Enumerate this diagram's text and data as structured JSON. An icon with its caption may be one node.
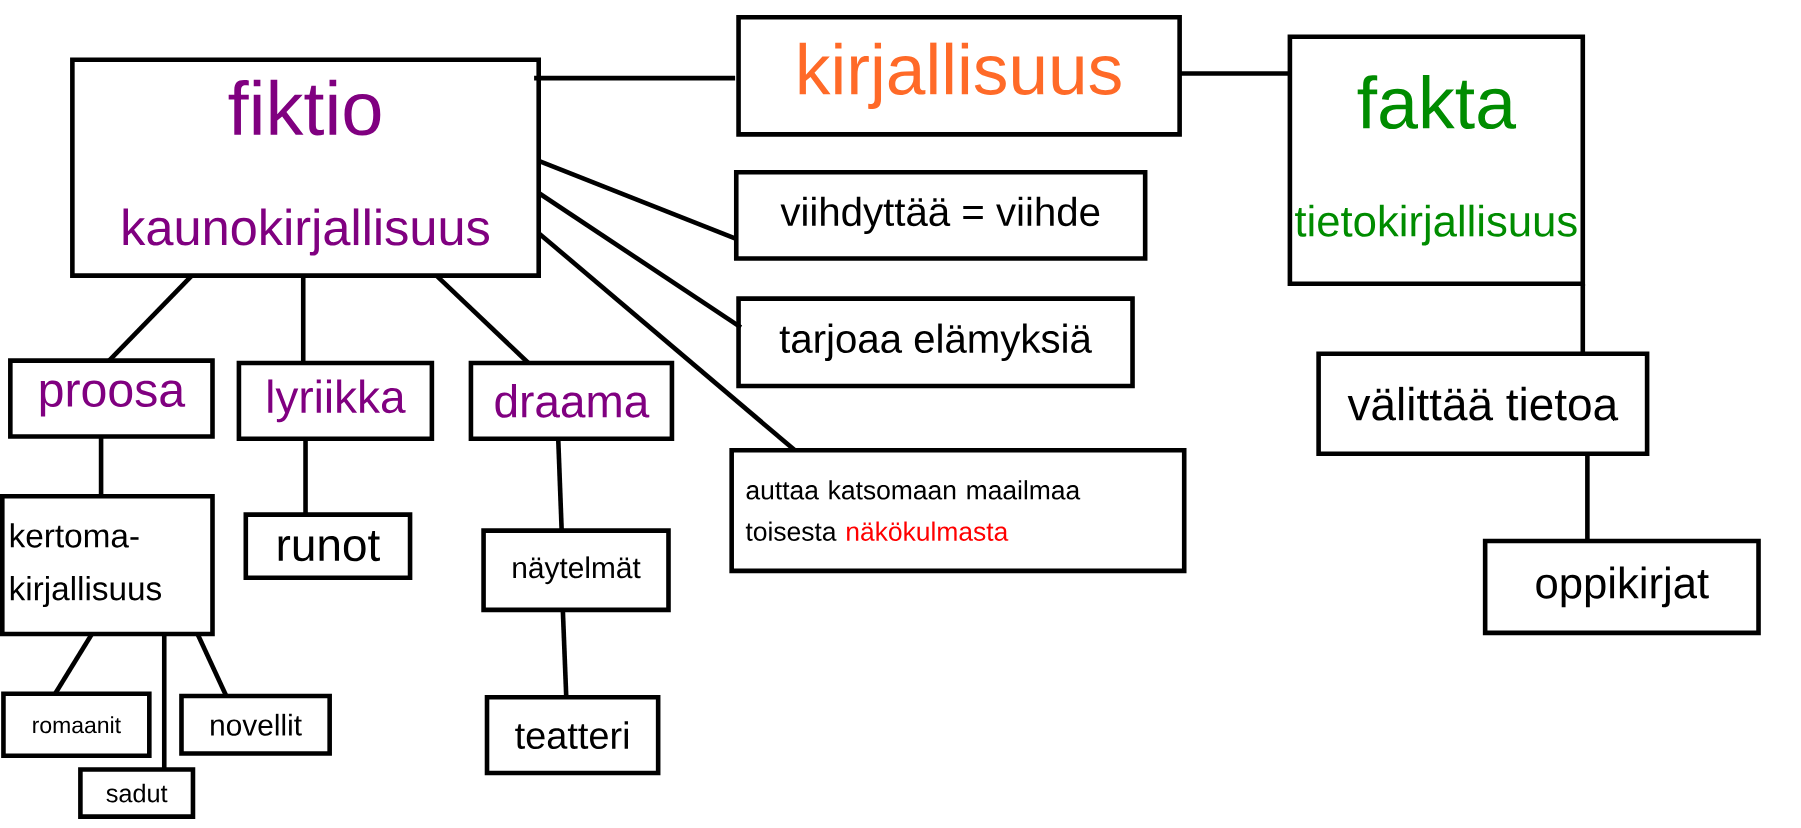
{
  "diagram": {
    "nodes": [
      {
        "text": [
          "kirjallisuus"
        ]
      },
      {
        "text": [
          "fiktio",
          "kaunokirjallisuus"
        ]
      },
      {
        "text": [
          "fakta",
          "tietokirjallisuus"
        ]
      },
      {
        "text": [
          "viihdyttää = viihde"
        ]
      },
      {
        "text": [
          "tarjoaa elämyksiä"
        ]
      },
      {
        "text": [
          "auttaa katsomaan maailmaa toisesta",
          "näkökulmasta"
        ]
      },
      {
        "text": [
          "proosa"
        ]
      },
      {
        "text": [
          "lyriikka"
        ]
      },
      {
        "text": [
          "draama"
        ]
      },
      {
        "text": [
          "kertoma- kirjallisuus"
        ]
      },
      {
        "text": [
          "runot"
        ]
      },
      {
        "text": [
          "näytelmät"
        ]
      },
      {
        "text": [
          "romaanit"
        ]
      },
      {
        "text": [
          "sadut"
        ]
      },
      {
        "text": [
          "novellit"
        ]
      },
      {
        "text": [
          "teatteri"
        ]
      },
      {
        "text": [
          "välittää tietoa"
        ]
      },
      {
        "text": [
          "oppikirjat"
        ]
      }
    ],
    "edges": [
      {
        "from": 1,
        "to": 0,
        "arrow": "none"
      },
      {
        "from": 0,
        "to": 2,
        "arrow": "none"
      },
      {
        "from": 1,
        "to": 3,
        "arrow": "none"
      },
      {
        "from": 1,
        "to": 4,
        "arrow": "none"
      },
      {
        "from": 1,
        "to": 5,
        "arrow": "none"
      },
      {
        "from": 1,
        "to": 6,
        "arrow": "none"
      },
      {
        "from": 1,
        "to": 7,
        "arrow": "none"
      },
      {
        "from": 1,
        "to": 8,
        "arrow": "none"
      },
      {
        "from": 6,
        "to": 9,
        "arrow": "none"
      },
      {
        "from": 7,
        "to": 10,
        "arrow": "none"
      },
      {
        "from": 8,
        "to": 11,
        "arrow": "none"
      },
      {
        "from": 11,
        "to": 15,
        "arrow": "none"
      },
      {
        "from": 9,
        "to": 12,
        "arrow": "none"
      },
      {
        "from": 9,
        "to": 13,
        "arrow": "none"
      },
      {
        "from": 9,
        "to": 14,
        "arrow": "none"
      },
      {
        "from": 2,
        "to": 16,
        "arrow": "none"
      },
      {
        "from": 16,
        "to": 17,
        "arrow": "none"
      }
    ]
  }
}
